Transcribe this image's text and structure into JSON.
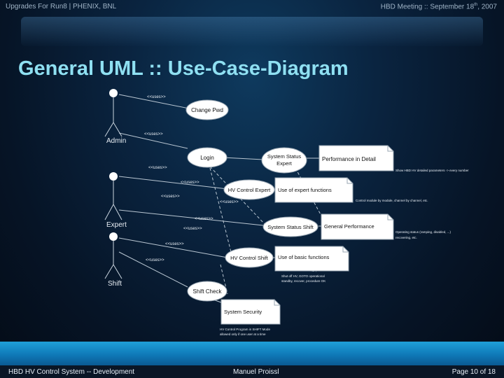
{
  "header": {
    "left": "Upgrades For Run8 | PHENIX, BNL",
    "right_prefix": "HBD Meeting :: September 18",
    "right_sup": "th",
    "right_suffix": ", 2007"
  },
  "title": "General UML :: Use-Case-Diagram",
  "actors": {
    "admin": "Admin",
    "expert": "Expert",
    "shift": "Shift"
  },
  "use_cases": {
    "change_pwd": "Change Pwd",
    "login": "Login",
    "system_status_expert_l1": "System Status",
    "system_status_expert_l2": "Expert",
    "hv_control_expert": "HV Control Expert",
    "system_status_shift": "System Status Shift",
    "hv_control_shift": "HV Control Shift",
    "shift_check": "Shift Check",
    "system_security": "System Security"
  },
  "notes": {
    "performance_detail": "Performance in Detail",
    "expert_functions": "Use of expert functions",
    "general_performance": "General Performance",
    "basic_functions": "Use of basic functions"
  },
  "annotations": {
    "performance_detail": "Show HBD HV detailed parameters -> every number",
    "expert_functions": "Control module by module, channel by channel, etc.",
    "general_performance": [
      "Operating status (ramping, disabled, ...)",
      "recovering, etc."
    ],
    "basic_functions": [
      "Shut off HV, GOTO operational",
      "standby, recover, procedure OK"
    ],
    "system_security": [
      "HV Control Program in SHIFT Mode",
      "allowed only if one user at a time"
    ]
  },
  "relation_label": "<<uses>>",
  "footer": {
    "left": "HBD HV Control System -- Development",
    "middle": "Manuel Proissl",
    "right": "Page 10 of 18"
  }
}
